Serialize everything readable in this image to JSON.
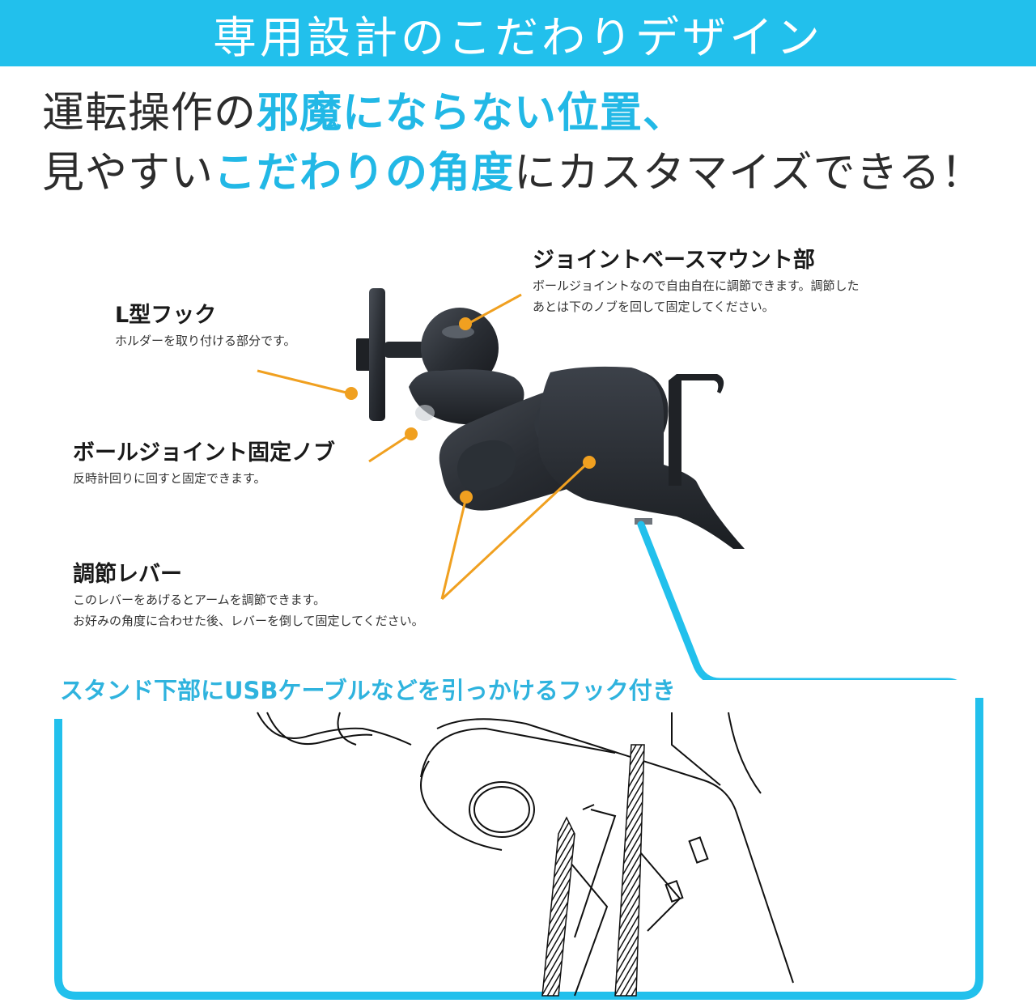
{
  "banner": {
    "title": "専用設計のこだわりデザイン",
    "background_color": "#22c0ec"
  },
  "headline": {
    "line1": {
      "prefix": "運転操作の",
      "highlight": "邪魔にならない位置",
      "suffix": "、"
    },
    "line2": {
      "prefix": "見やすい",
      "highlight": "こだわりの角度",
      "suffix": "にカスタマイズできる！"
    },
    "highlight_color": "#22b8e6"
  },
  "callouts": {
    "joint_base_mount": {
      "title": "ジョイントベースマウント部",
      "desc_line1": "ボールジョイントなので自由自在に調節できます。調節した",
      "desc_line2": "あとは下のノブを回して固定してください。"
    },
    "l_hook": {
      "title": "L型フック",
      "desc_line1": "ホルダーを取り付ける部分です。"
    },
    "ball_joint_knob": {
      "title": "ボールジョイント固定ノブ",
      "desc_line1": "反時計回りに回すと固定できます。"
    },
    "adjust_lever": {
      "title": "調節レバー",
      "desc_line1": "このレバーをあげるとアームを調節できます。",
      "desc_line2": "お好みの角度に合わせた後、レバーを倒して固定してください。"
    },
    "leader_color": "#f0a020"
  },
  "usb_hook": {
    "title": "スタンド下部にUSBケーブルなどを引っかけるフック付き",
    "frame_color": "#22c0ec"
  }
}
